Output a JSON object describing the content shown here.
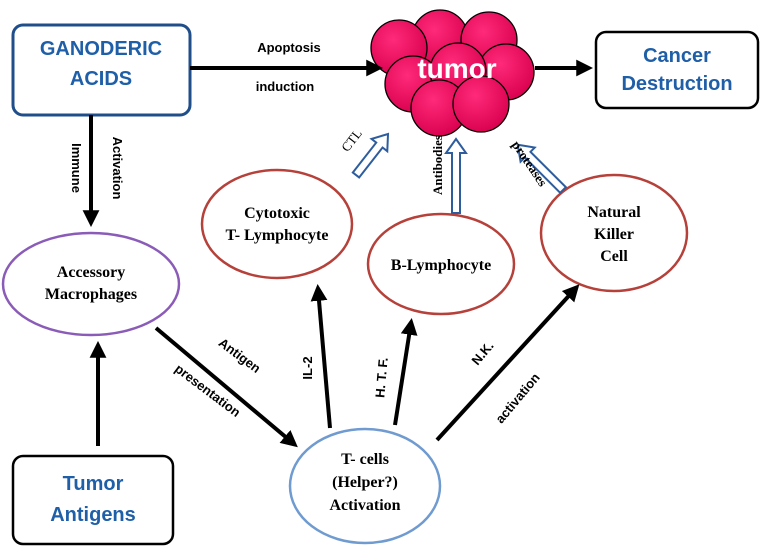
{
  "nodes": {
    "ganoderic": {
      "line1": "GANODERIC",
      "line2": "ACIDS"
    },
    "tumor": {
      "label": "tumor"
    },
    "cancer": {
      "line1": "Cancer",
      "line2": "Destruction"
    },
    "macrophages": {
      "line1": "Accessory",
      "line2": "Macrophages"
    },
    "cytotoxic": {
      "line1": "Cytotoxic",
      "line2": "T- Lymphocyte"
    },
    "blymph": {
      "label": "B-Lymphocyte"
    },
    "nk_cell": {
      "line1": "Natural",
      "line2": "Killer",
      "line3": "Cell"
    },
    "tcells": {
      "line1": "T- cells",
      "line2": "(Helper?)",
      "line3": "Activation"
    },
    "tumor_antigens": {
      "line1": "Tumor",
      "line2": "Antigens"
    }
  },
  "edges": {
    "apoptosis": {
      "line1": "Apoptosis",
      "line2": "induction"
    },
    "immune": {
      "line1": "Immune",
      "line2": "Activation"
    },
    "antigen": {
      "line1": "Antigen",
      "line2": "presentation"
    },
    "il2": "IL-2",
    "htf": "H. T. F.",
    "nk": {
      "line1": "N.K.",
      "line2": "activation"
    },
    "ctl": "CTL",
    "antibodies": "Antibodies",
    "proteases": "proteases"
  },
  "colors": {
    "blue_text": "#1f5fa8",
    "blue_border": "#1f4e8a",
    "red_ellipse": "#b5413a",
    "purple_ellipse": "#8a5cb8",
    "blue_ellipse": "#6f9bd0",
    "tumor_fill": "#e8005a",
    "hollow_arrow": "#2e5d9e"
  }
}
